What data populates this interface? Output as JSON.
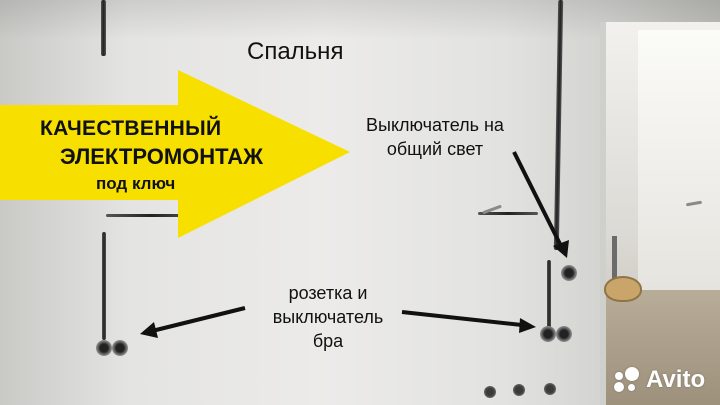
{
  "labels": {
    "room": "Спальня",
    "switch_main_line1": "Выключатель на",
    "switch_main_line2": "общий свет",
    "socket_line1": "розетка и",
    "socket_line2": "выключатель",
    "socket_line3": "бра"
  },
  "banner": {
    "line1": "КАЧЕСТВЕННЫЙ",
    "line2": "ЭЛЕКТРОМОНТАЖ",
    "line3": "под ключ",
    "color": "#f7e000"
  },
  "watermark": {
    "brand": "Avito",
    "icon": "avito-dots-icon"
  }
}
